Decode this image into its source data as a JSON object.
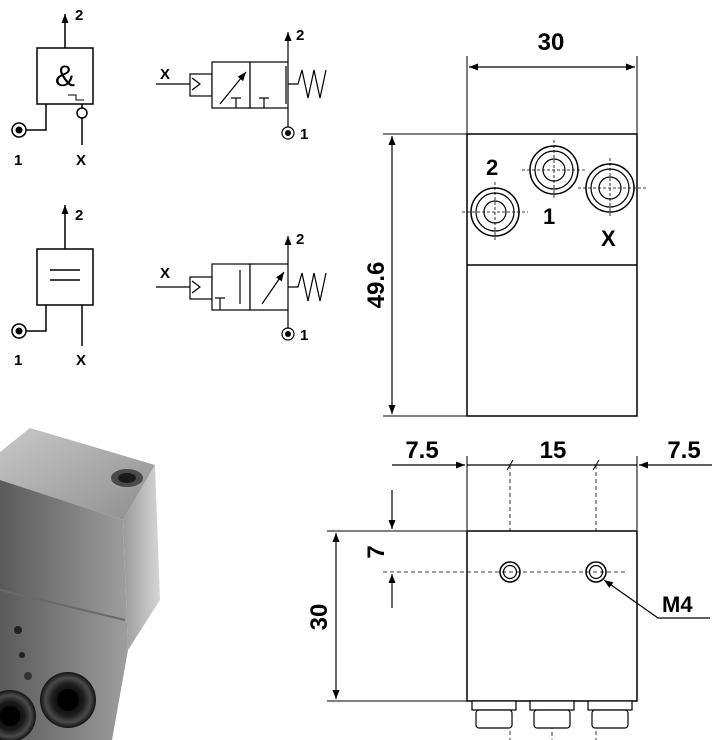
{
  "symbols": {
    "and_gate": {
      "symbol": "&",
      "port_out": "2",
      "port_in": "1",
      "port_signal": "X"
    },
    "and_valve": {
      "port_signal": "X",
      "port_out": "2",
      "port_in": "1"
    },
    "or_gate": {
      "port_out": "2",
      "port_in": "1",
      "port_signal": "X"
    },
    "or_valve": {
      "port_signal": "X",
      "port_out": "2",
      "port_in": "1"
    }
  },
  "front_view": {
    "width_dim": "30",
    "height_dim": "49.6",
    "port_labels": {
      "p2": "2",
      "p1": "1",
      "px": "X"
    }
  },
  "bottom_view": {
    "dim_left": "7.5",
    "dim_mid": "15",
    "dim_right": "7.5",
    "dim_hole": "7",
    "dim_height": "30",
    "thread_label": "M4"
  },
  "photo": {
    "label": "product-photo"
  }
}
